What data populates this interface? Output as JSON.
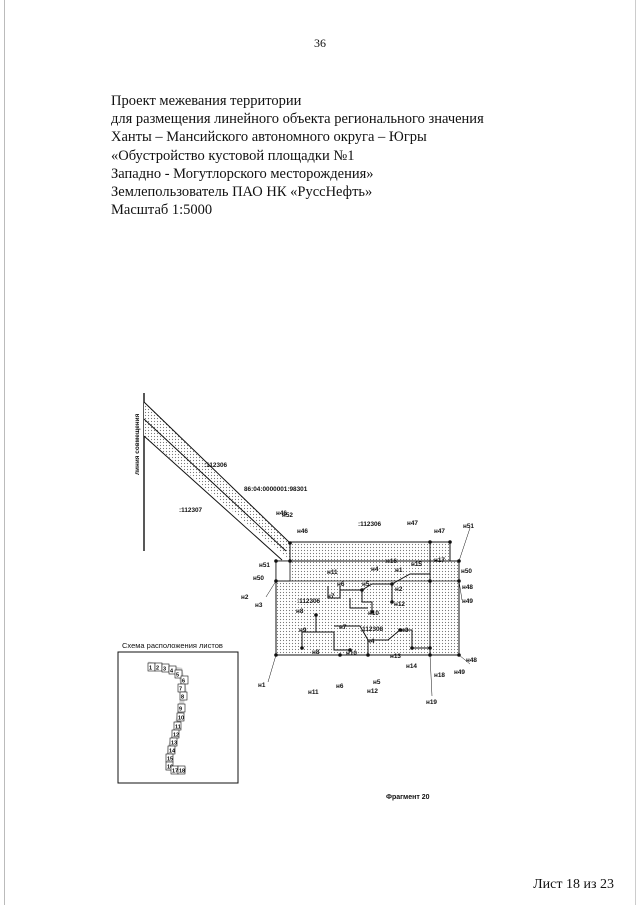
{
  "page_number": "36",
  "header_lines": [
    "Проект межевания территории",
    "для размещения линейного объекта регионального значения",
    "Ханты – Мансийского автономного округа – Югры",
    "«Обустройство кустовой площадки №1",
    "Западно - Могутлорского месторождения»",
    "Землепользователь  ПАО НК «РуссНефть»",
    "Масштаб 1:5000"
  ],
  "map": {
    "line_label": "линия совмещения",
    "parcels": [
      ":112306",
      ":112307",
      "86:04:0000001:98301",
      ":112306",
      ":112306",
      ":112308"
    ],
    "points": [
      "н52",
      "н46",
      "н46",
      "н51",
      "н47",
      "н47",
      "н51",
      "н50",
      "н2",
      "н3",
      "н11",
      "н4",
      "н16",
      "н1",
      "н15",
      "н17",
      "н50",
      "н48",
      "н49",
      "н6",
      "н5",
      "н2",
      "н12",
      "н7",
      "н8",
      "н10",
      "н9",
      "н7",
      "н3",
      "н8",
      "н4",
      "н13",
      "н10",
      "н14",
      "н18",
      "н49",
      "н48",
      "н1",
      "н6",
      "н11",
      "н5",
      "н12",
      "н19"
    ],
    "fragment": "Фрагмент 20"
  },
  "inset": {
    "title": "Схема расположения листов",
    "sheets": [
      "1",
      "2",
      "3",
      "4",
      "5",
      "6",
      "7",
      "8",
      "9",
      "10",
      "11",
      "12",
      "13",
      "14",
      "15",
      "16",
      "17",
      "18"
    ]
  },
  "footer": "Лист 18 из 23"
}
